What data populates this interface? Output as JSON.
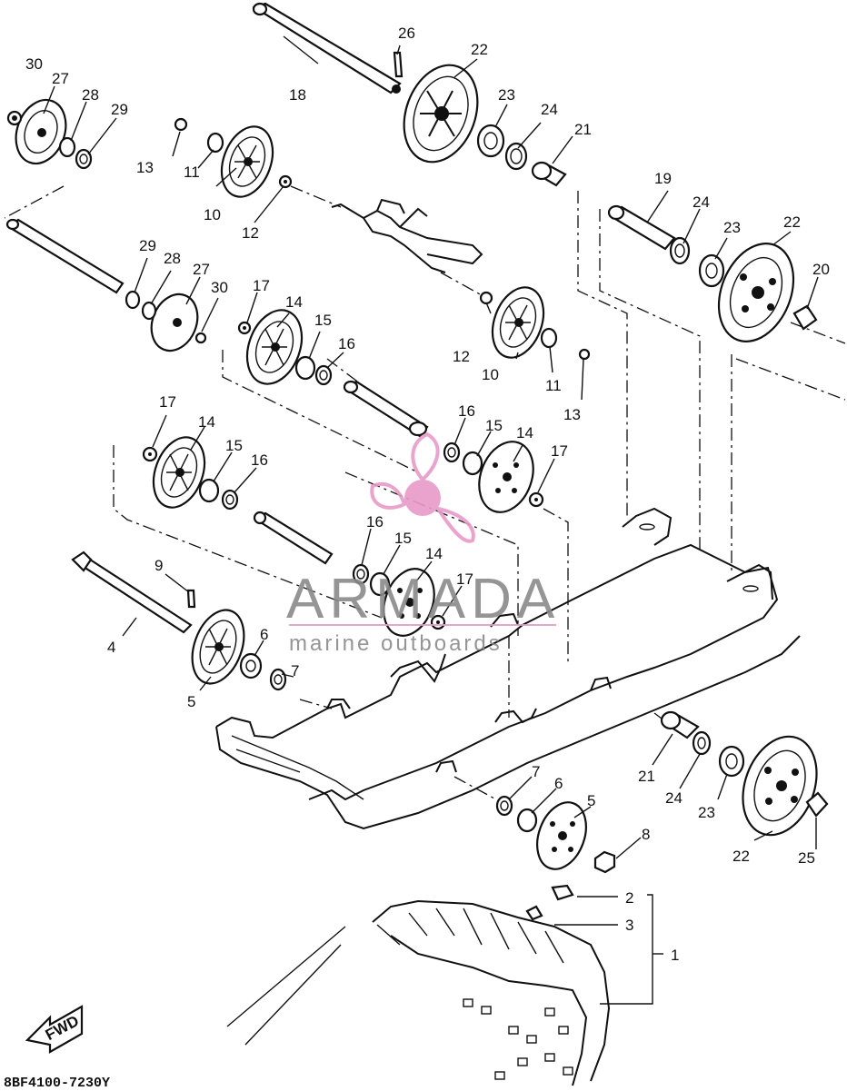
{
  "diagram_code": "8BF4100-7230Y",
  "front_marker": "FWD",
  "watermark": {
    "brand": "ARMADA",
    "tagline": "marine outboards"
  },
  "callouts": [
    {
      "id": "c30a",
      "text": "30"
    },
    {
      "id": "c27a",
      "text": "27"
    },
    {
      "id": "c28a",
      "text": "28"
    },
    {
      "id": "c29a",
      "text": "29"
    },
    {
      "id": "c13a",
      "text": "13"
    },
    {
      "id": "c11a",
      "text": "11"
    },
    {
      "id": "c10a",
      "text": "10"
    },
    {
      "id": "c12a",
      "text": "12"
    },
    {
      "id": "c18",
      "text": "18"
    },
    {
      "id": "c26",
      "text": "26"
    },
    {
      "id": "c22a",
      "text": "22"
    },
    {
      "id": "c23a",
      "text": "23"
    },
    {
      "id": "c24a",
      "text": "24"
    },
    {
      "id": "c21a",
      "text": "21"
    },
    {
      "id": "c19",
      "text": "19"
    },
    {
      "id": "c24b",
      "text": "24"
    },
    {
      "id": "c23b",
      "text": "23"
    },
    {
      "id": "c22b",
      "text": "22"
    },
    {
      "id": "c20",
      "text": "20"
    },
    {
      "id": "c29b",
      "text": "29"
    },
    {
      "id": "c28b",
      "text": "28"
    },
    {
      "id": "c27b",
      "text": "27"
    },
    {
      "id": "c30b",
      "text": "30"
    },
    {
      "id": "c17a",
      "text": "17"
    },
    {
      "id": "c14a",
      "text": "14"
    },
    {
      "id": "c15a",
      "text": "15"
    },
    {
      "id": "c16a",
      "text": "16"
    },
    {
      "id": "c12b",
      "text": "12"
    },
    {
      "id": "c10b",
      "text": "10"
    },
    {
      "id": "c11b",
      "text": "11"
    },
    {
      "id": "c13b",
      "text": "13"
    },
    {
      "id": "c17b",
      "text": "17"
    },
    {
      "id": "c14b",
      "text": "14"
    },
    {
      "id": "c15b",
      "text": "15"
    },
    {
      "id": "c16b",
      "text": "16"
    },
    {
      "id": "c16c",
      "text": "16"
    },
    {
      "id": "c15c",
      "text": "15"
    },
    {
      "id": "c14c",
      "text": "14"
    },
    {
      "id": "c17c",
      "text": "17"
    },
    {
      "id": "c16d",
      "text": "16"
    },
    {
      "id": "c15d",
      "text": "15"
    },
    {
      "id": "c14d",
      "text": "14"
    },
    {
      "id": "c17d",
      "text": "17"
    },
    {
      "id": "c9",
      "text": "9"
    },
    {
      "id": "c4",
      "text": "4"
    },
    {
      "id": "c6a",
      "text": "6"
    },
    {
      "id": "c7a",
      "text": "7"
    },
    {
      "id": "c5a",
      "text": "5"
    },
    {
      "id": "c7b",
      "text": "7"
    },
    {
      "id": "c6b",
      "text": "6"
    },
    {
      "id": "c5b",
      "text": "5"
    },
    {
      "id": "c8",
      "text": "8"
    },
    {
      "id": "c21b",
      "text": "21"
    },
    {
      "id": "c24c",
      "text": "24"
    },
    {
      "id": "c23c",
      "text": "23"
    },
    {
      "id": "c22c",
      "text": "22"
    },
    {
      "id": "c25",
      "text": "25"
    },
    {
      "id": "c2",
      "text": "2"
    },
    {
      "id": "c3",
      "text": "3"
    },
    {
      "id": "c1",
      "text": "1"
    }
  ]
}
